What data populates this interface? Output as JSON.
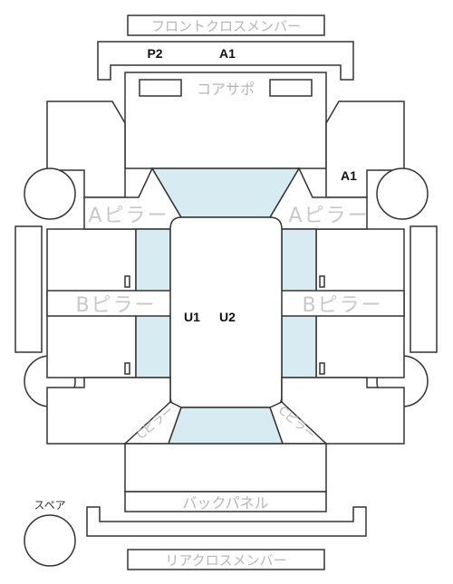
{
  "colors": {
    "outline": "#333333",
    "glass": "#d6ebf2",
    "label": "#b5b5b5"
  },
  "labels": {
    "front_cross_member": "フロントクロスメンバー",
    "core_support": "コアサポ",
    "a_pillar_left": "Aピラー",
    "a_pillar_right": "Aピラー",
    "b_pillar_left": "Bピラー",
    "b_pillar_right": "Bピラー",
    "back_panel": "バックパネル",
    "rear_cross_member": "リアクロスメンバー",
    "c_pillar_left": "Cピラー",
    "c_pillar_right": "Cピラー",
    "spare": "スペア"
  },
  "damage_codes": {
    "front_p2": "P2",
    "front_a1": "A1",
    "right_a1": "A1",
    "roof_u1": "U1",
    "roof_u2": "U2"
  }
}
